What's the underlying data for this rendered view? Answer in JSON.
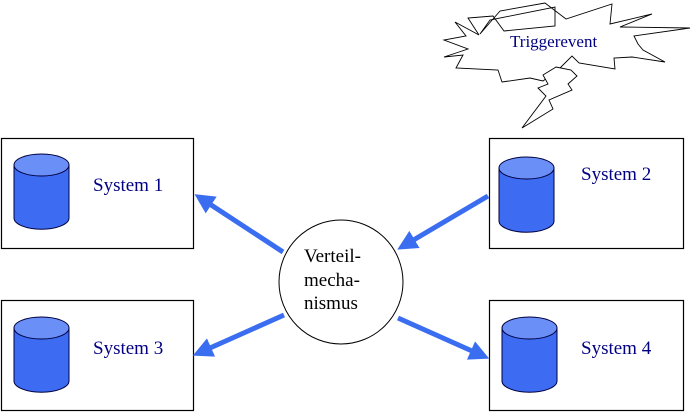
{
  "diagram": {
    "colors": {
      "arrow": "#3a6df0",
      "cylinder_body": "#3d6bf2",
      "cylinder_top": "#6a8ff7",
      "text_system": "#000080",
      "outline": "#000000"
    },
    "trigger": {
      "label": "Triggerevent",
      "icon": "explosion-burst-with-lightning"
    },
    "hub": {
      "lines": [
        "Verteil-",
        "mecha-",
        "nismus"
      ]
    },
    "systems": [
      {
        "id": "system-1",
        "label": "System 1",
        "icon": "database-cylinder"
      },
      {
        "id": "system-2",
        "label": "System 2",
        "icon": "database-cylinder"
      },
      {
        "id": "system-3",
        "label": "System 3",
        "icon": "database-cylinder"
      },
      {
        "id": "system-4",
        "label": "System 4",
        "icon": "database-cylinder"
      }
    ],
    "edges": [
      {
        "from": "system-2",
        "to": "hub"
      },
      {
        "from": "hub",
        "to": "system-1"
      },
      {
        "from": "hub",
        "to": "system-3"
      },
      {
        "from": "hub",
        "to": "system-4"
      }
    ]
  }
}
